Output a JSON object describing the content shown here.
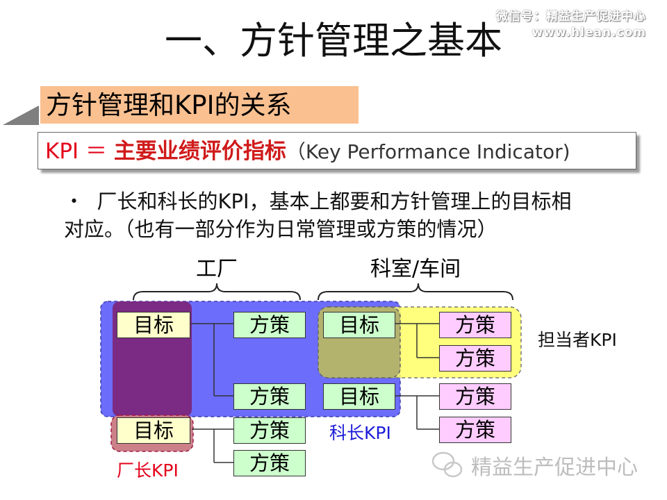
{
  "watermark": {
    "line1": "微信号：精益生产促进中心",
    "line2": "www.hlean.com"
  },
  "title": "一、方针管理之基本",
  "subtitle": "方针管理和KPI的关系",
  "kpi_def": {
    "term": "KPI ＝ ",
    "meaning": "主要业绩评价指标",
    "english": "（Key Performance Indicator)"
  },
  "bullet": {
    "mark": "・",
    "line1": "厂长和科长的KPI，基本上都要和方针管理上的目标相",
    "line2": "对应。（也有一部分作为日常管理或方策的情况）"
  },
  "diagram": {
    "header_factory": "工厂",
    "header_section": "科室/车间",
    "goal_label": "目标",
    "measure_label": "方策",
    "label_director_kpi": "厂长KPI",
    "label_section_kpi": "科长KPI",
    "label_owner_kpi": "担当者KPI",
    "colors": {
      "purple": "#7b2b83",
      "blue": "#6d6dfb",
      "yellow": "#ffff66",
      "pink_fill": "#ffccff",
      "green_fill": "#ccffcc",
      "goal_fill": "#ffffcc"
    }
  },
  "bottom_watermark": "精益生产促进中心"
}
